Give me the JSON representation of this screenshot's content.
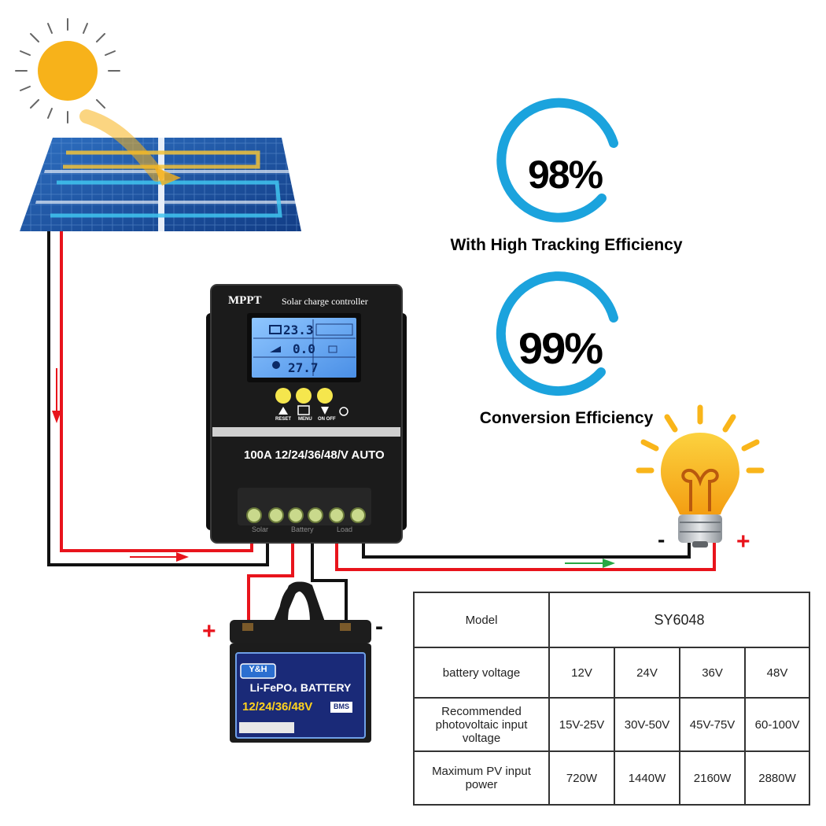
{
  "efficiency": [
    {
      "value": "98%",
      "caption": "With High Tracking Efficiency"
    },
    {
      "value": "99%",
      "caption": "Conversion Efficiency"
    }
  ],
  "controller": {
    "brand": "MPPT",
    "title": "Solar charge controller",
    "rating": "100A 12/24/36/48/V AUTO",
    "lcd_values": [
      "23.3",
      "0.0",
      "27.7"
    ],
    "buttons": [
      {
        "label": "RESET"
      },
      {
        "label": "MENU"
      },
      {
        "label": "ON OFF"
      }
    ],
    "terminals": [
      "Solar",
      "Battery",
      "Load"
    ]
  },
  "battery": {
    "brand": "Y&H",
    "name": "Li-FePO₄ BATTERY",
    "voltages": "12/24/36/48V",
    "bms": "BMS",
    "plus": "+",
    "minus": "-"
  },
  "load": {
    "minus": "-",
    "plus": "+"
  },
  "table": {
    "model_label": "Model",
    "model_value": "SY6048",
    "rows": [
      {
        "label": "battery voltage",
        "values": [
          "12V",
          "24V",
          "36V",
          "48V"
        ]
      },
      {
        "label": "Recommended photovoltaic input voltage",
        "values": [
          "15V-25V",
          "30V-50V",
          "45V-75V",
          "60-100V"
        ]
      },
      {
        "label": "Maximum PV input power",
        "values": [
          "720W",
          "1440W",
          "2160W",
          "2880W"
        ]
      }
    ]
  },
  "colors": {
    "ring": "#1ba3dd",
    "sun": "#f7b21a",
    "wire_red": "#e8141c",
    "wire_black": "#111111",
    "panel": "#1f58a8",
    "controller": "#1b1b1b",
    "lcd": "#4f9bea",
    "bulb": "#f9b51a",
    "battery": "#1a2a78",
    "arrow_green": "#27a844"
  }
}
